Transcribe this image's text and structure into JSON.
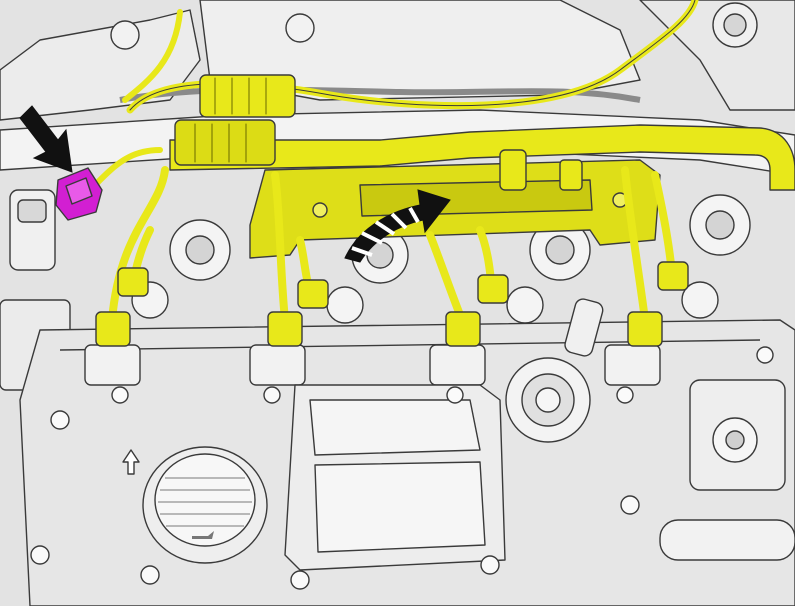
{
  "colors": {
    "background": "#ffffff",
    "engine_fill": "#e3e3e3",
    "engine_light": "#f1f1f1",
    "engine_shadow": "#b9b9b9",
    "outline": "#3a3a3a",
    "harness_yellow": "#e8e81a",
    "harness_shadow": "#a8a800",
    "connector_magenta": "#d21fd2",
    "arrow_black": "#111111"
  },
  "icons": {
    "pointer_arrow": "black-arrow-icon",
    "removal_direction": "curved-striped-arrow-icon",
    "oil_cap_symbol": "oil-can-icon",
    "pcv_arrow": "up-arrow-icon"
  },
  "callouts": {
    "highlighted_part": "electrical-connector",
    "highlight_color": "magenta",
    "assembly_highlight_color": "yellow"
  }
}
